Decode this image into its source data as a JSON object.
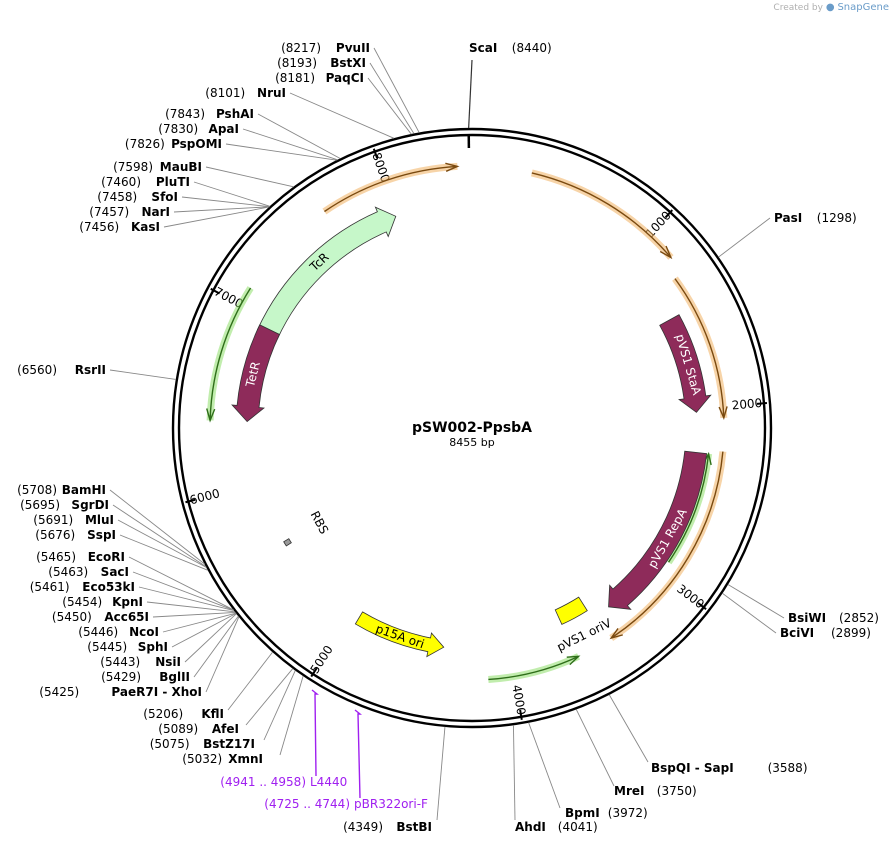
{
  "credit": {
    "created_by": "Created by",
    "brand": "SnapGene"
  },
  "plasmid": {
    "name": "pSW002-PpsbA",
    "length_label": "8455 bp",
    "length": 8455
  },
  "ticks": [
    {
      "bp": 1000,
      "label": "1000"
    },
    {
      "bp": 2000,
      "label": "2000"
    },
    {
      "bp": 3000,
      "label": "3000"
    },
    {
      "bp": 4000,
      "label": "4000"
    },
    {
      "bp": 5000,
      "label": "5000"
    },
    {
      "bp": 6000,
      "label": "6000"
    },
    {
      "bp": 7000,
      "label": "7000"
    },
    {
      "bp": 8000,
      "label": "8000"
    }
  ],
  "features": [
    {
      "name": "TcR",
      "start": 6920,
      "end": 7990,
      "strand": 1,
      "color": "#c6f7c9",
      "text_color": "#000000"
    },
    {
      "name": "TetR",
      "start": 6380,
      "end": 6950,
      "strand": -1,
      "color": "#8e2b5a",
      "text_color": "#ffffff"
    },
    {
      "name": "pVS1 StaA",
      "start": 1440,
      "end": 2020,
      "strand": 1,
      "color": "#8e2b5a",
      "text_color": "#ffffff"
    },
    {
      "name": "pVS1 RepA",
      "start": 2260,
      "end": 3350,
      "strand": 1,
      "color": "#8e2b5a",
      "text_color": "#ffffff"
    },
    {
      "name": "p15A ori",
      "start": 4400,
      "end": 4950,
      "strand": -1,
      "color": "#ffff00",
      "text_color": "#000000"
    },
    {
      "name": "pVS1 oriV",
      "start": 3470,
      "end": 3650,
      "strand": 0,
      "color": "#ffff00",
      "text_color": "#000000"
    },
    {
      "name": "RBS",
      "start": 5580,
      "end": 5610,
      "strand": 0,
      "color": "#999999",
      "text_color": "#000000"
    }
  ],
  "orfs": [
    {
      "start": 7650,
      "end": 8380,
      "strand": 1,
      "color": "#f0b060"
    },
    {
      "start": 310,
      "end": 1160,
      "strand": 1,
      "color": "#f0b060"
    },
    {
      "start": 1260,
      "end": 2060,
      "strand": 1,
      "color": "#f0b060"
    },
    {
      "start": 2240,
      "end": 3440,
      "strand": 1,
      "color": "#f0b060"
    },
    {
      "start": 6380,
      "end": 7100,
      "strand": -1,
      "color": "#8ede6a"
    },
    {
      "start": 2260,
      "end": 2920,
      "strand": -1,
      "color": "#8ede6a"
    },
    {
      "start": 3640,
      "end": 4140,
      "strand": -1,
      "color": "#8ede6a"
    }
  ],
  "sites": [
    {
      "name": "ScaI",
      "pos": "(8440)",
      "bp": 8440,
      "side": "top"
    },
    {
      "name": "PvuII",
      "pos": "(8217)",
      "bp": 8217,
      "side": "left"
    },
    {
      "name": "BstXI",
      "pos": "(8193)",
      "bp": 8193,
      "side": "left"
    },
    {
      "name": "PaqCI",
      "pos": "(8181)",
      "bp": 8181,
      "side": "left"
    },
    {
      "name": "NruI",
      "pos": "(8101)",
      "bp": 8101,
      "side": "left"
    },
    {
      "name": "PshAI",
      "pos": "(7843)",
      "bp": 7843,
      "side": "left"
    },
    {
      "name": "ApaI",
      "pos": "(7830)",
      "bp": 7830,
      "side": "left"
    },
    {
      "name": "PspOMI",
      "pos": "(7826)",
      "bp": 7826,
      "side": "left"
    },
    {
      "name": "MauBI",
      "pos": "(7598)",
      "bp": 7598,
      "side": "left"
    },
    {
      "name": "PluTI",
      "pos": "(7460)",
      "bp": 7460,
      "side": "left"
    },
    {
      "name": "SfoI",
      "pos": "(7458)",
      "bp": 7458,
      "side": "left"
    },
    {
      "name": "NarI",
      "pos": "(7457)",
      "bp": 7457,
      "side": "left"
    },
    {
      "name": "KasI",
      "pos": "(7456)",
      "bp": 7456,
      "side": "left"
    },
    {
      "name": "RsrII",
      "pos": "(6560)",
      "bp": 6560,
      "side": "left"
    },
    {
      "name": "BamHI",
      "pos": "(5708)",
      "bp": 5708,
      "side": "left"
    },
    {
      "name": "SgrDI",
      "pos": "(5695)",
      "bp": 5695,
      "side": "left"
    },
    {
      "name": "MluI",
      "pos": "(5691)",
      "bp": 5691,
      "side": "left"
    },
    {
      "name": "SspI",
      "pos": "(5676)",
      "bp": 5676,
      "side": "left"
    },
    {
      "name": "EcoRI",
      "pos": "(5465)",
      "bp": 5465,
      "side": "left"
    },
    {
      "name": "SacI",
      "pos": "(5463)",
      "bp": 5463,
      "side": "left"
    },
    {
      "name": "Eco53kI",
      "pos": "(5461)",
      "bp": 5461,
      "side": "left"
    },
    {
      "name": "KpnI",
      "pos": "(5454)",
      "bp": 5454,
      "side": "left"
    },
    {
      "name": "Acc65I",
      "pos": "(5450)",
      "bp": 5450,
      "side": "left"
    },
    {
      "name": "NcoI",
      "pos": "(5446)",
      "bp": 5446,
      "side": "left"
    },
    {
      "name": "SphI",
      "pos": "(5445)",
      "bp": 5445,
      "side": "left"
    },
    {
      "name": "NsiI",
      "pos": "(5443)",
      "bp": 5443,
      "side": "left"
    },
    {
      "name": "BglII",
      "pos": "(5429)",
      "bp": 5429,
      "side": "left"
    },
    {
      "name": "PaeR7I  - XhoI",
      "pos": "(5425)",
      "bp": 5425,
      "side": "left"
    },
    {
      "name": "KflI",
      "pos": "(5206)",
      "bp": 5206,
      "side": "left"
    },
    {
      "name": "AfeI",
      "pos": "(5089)",
      "bp": 5089,
      "side": "left"
    },
    {
      "name": "BstZ17I",
      "pos": "(5075)",
      "bp": 5075,
      "side": "left"
    },
    {
      "name": "XmnI",
      "pos": "(5032)",
      "bp": 5032,
      "side": "left"
    },
    {
      "name": "BstBI",
      "pos": "(4349)",
      "bp": 4349,
      "side": "left"
    },
    {
      "name": "AhdI",
      "pos": "(4041)",
      "bp": 4041,
      "side": "right"
    },
    {
      "name": "BpmI",
      "pos": "(3972)",
      "bp": 3972,
      "side": "right"
    },
    {
      "name": "MreI",
      "pos": "(3750)",
      "bp": 3750,
      "side": "right"
    },
    {
      "name": "BspQI  - SapI",
      "pos": "(3588)",
      "bp": 3588,
      "side": "right"
    },
    {
      "name": "BciVI",
      "pos": "(2899)",
      "bp": 2899,
      "side": "right"
    },
    {
      "name": "BsiWI",
      "pos": "(2852)",
      "bp": 2852,
      "side": "right"
    },
    {
      "name": "PasI",
      "pos": "(1298)",
      "bp": 1298,
      "side": "right"
    }
  ],
  "primers": [
    {
      "name": "L4440",
      "pos": "(4941 .. 4958)",
      "bp": 4950
    },
    {
      "name": "pBR322ori-F",
      "pos": "(4725 .. 4744)",
      "bp": 4735
    }
  ]
}
